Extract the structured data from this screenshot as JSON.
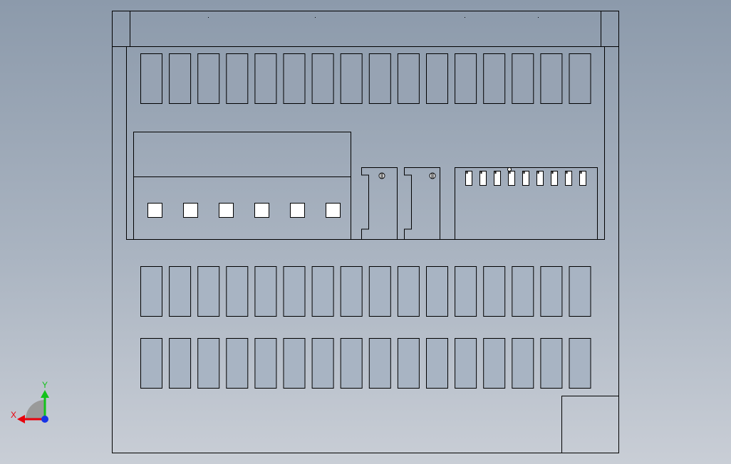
{
  "view": {
    "background_top": "#8c9aab",
    "background_bottom": "#c9ced6",
    "line_color": "#000000",
    "sheet_fill": "#ffffff",
    "dark_module_fill": "#97a3b3",
    "light_module_fill": "#a8b4c3"
  },
  "triad": {
    "x_label": "X",
    "y_label": "Y",
    "x_color": "#e8000b",
    "y_color": "#12c21a",
    "z_color": "#1733e6"
  },
  "panel": {
    "upper_module_count": 16,
    "middle_module_count": 16,
    "lower_module_count": 16,
    "terminal_box_count": 6,
    "connector_pin_count": 9
  }
}
